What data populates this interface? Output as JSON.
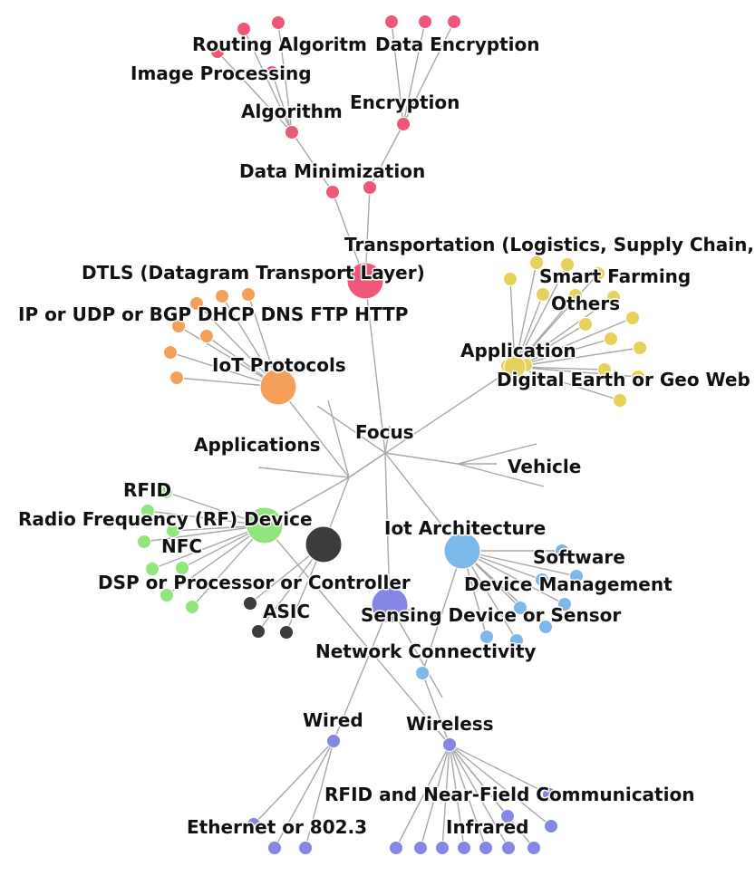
{
  "colors": {
    "security": "#ef5778",
    "protocols": "#f5a05a",
    "applications": "#e6d15a",
    "devices": "#8fe67a",
    "hardware": "#3c3c3f",
    "architecture": "#7db8ea",
    "connectivity": "#8686e6",
    "edge": "#a8a8a8"
  },
  "labels": {
    "routing_algorithm": "Routing Algoritm",
    "data_encryption": "Data Encryption",
    "image_processing": "Image Processing",
    "algorithm": "Algorithm",
    "encryption": "Encryption",
    "data_minimization": "Data Minimization",
    "transportation": "Transportation (Logistics, Supply Chain,",
    "dtls": "DTLS (Datagram Transport Layer)",
    "smart_farming": "Smart Farming",
    "others": "Others",
    "ip_udp": "IP or UDP or BGP DHCP DNS FTP HTTP",
    "application": "Application",
    "iot_protocols": "IoT Protocols",
    "digital_earth": "Digital Earth or Geo Web",
    "focus": "Focus",
    "applications": "Applications",
    "vehicle": "Vehicle",
    "rfid": "RFID",
    "rf_device": "Radio Frequency (RF) Device",
    "iot_architecture": "Iot Architecture",
    "nfc": "NFC",
    "software": "Software",
    "dsp": "DSP or Processor or Controller",
    "device_management": "Device Management",
    "asic": "ASIC",
    "sensing_device": "Sensing Device or Sensor",
    "network_connectivity": "Network Connectivity",
    "wired": "Wired",
    "wireless": "Wireless",
    "rfid_nfc": "RFID and Near-Field Communication",
    "ethernet": "Ethernet or 802.3",
    "infrared": "Infrared"
  }
}
